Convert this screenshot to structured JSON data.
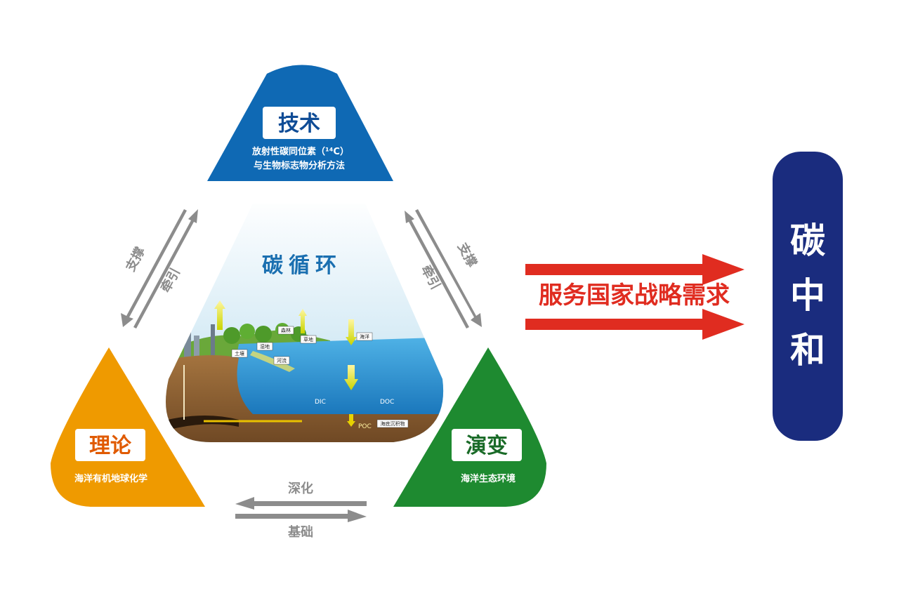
{
  "top_node": {
    "title": "技术",
    "desc_line1": "放射性碳同位素（¹⁴C）",
    "desc_line2": "与生物标志物分析方法",
    "color": "#0F69B4"
  },
  "left_node": {
    "title": "理论",
    "desc": "海洋有机地球化学",
    "color": "#EF9A00"
  },
  "right_node": {
    "title": "演变",
    "desc": "海洋生态环境",
    "color": "#1E8A30"
  },
  "center": {
    "title": "碳循环",
    "labels": {
      "forest": "森林",
      "grassland": "草地",
      "wetland": "湿地",
      "soil": "土壤",
      "river": "河流",
      "ocean": "海洋",
      "dic": "DIC",
      "doc": "DOC",
      "poc": "POC",
      "sediment": "海底沉积物"
    }
  },
  "left_arrows": {
    "outer": "支撑",
    "inner": "牵引"
  },
  "right_arrows": {
    "outer": "支撑",
    "inner": "牵引"
  },
  "bottom_arrows": {
    "top": "深化",
    "bottom": "基础"
  },
  "main_arrow": {
    "label": "服务国家战略需求",
    "color": "#E02C20"
  },
  "goal": {
    "c1": "碳",
    "c2": "中",
    "c3": "和",
    "color": "#1A2C7E"
  }
}
